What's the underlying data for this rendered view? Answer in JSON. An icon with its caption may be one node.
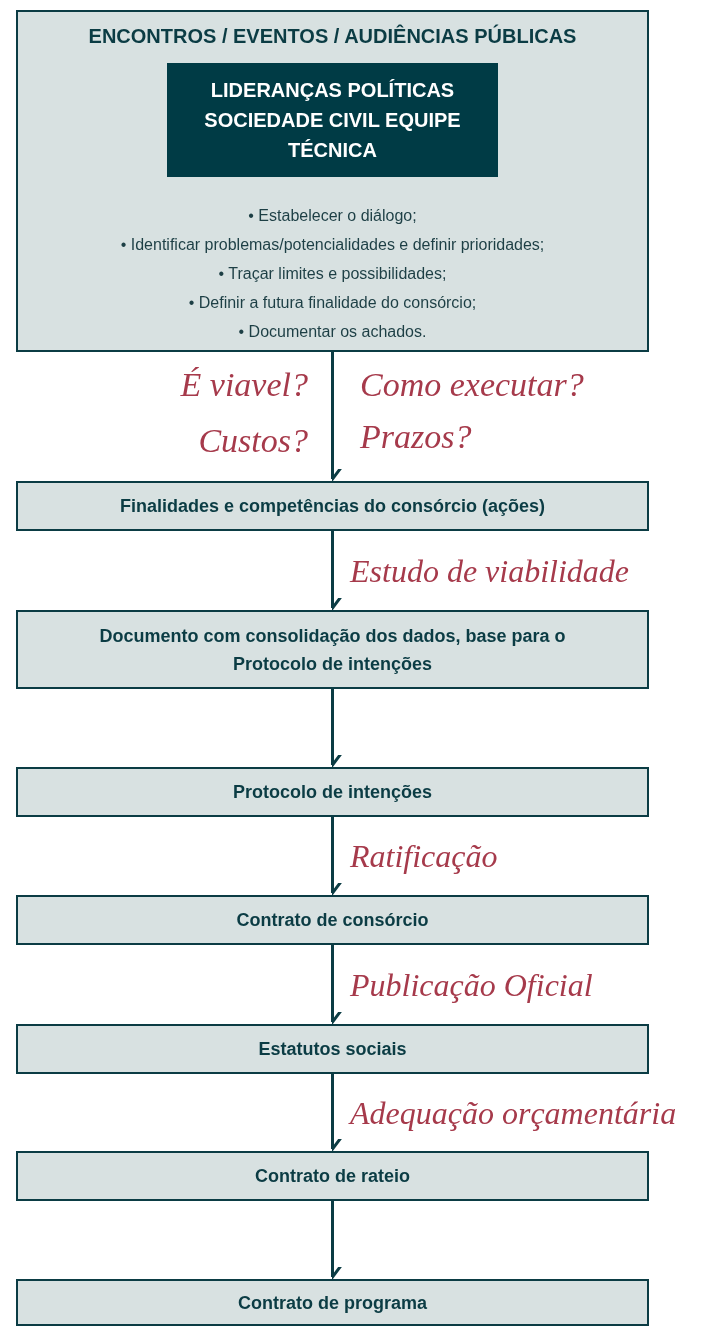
{
  "diagram": {
    "nodes": [
      {
        "text": [
          "ENCONTROS / EVENTOS / AUDIÊNCIAS PÚBLICAS",
          "• Estabelecer o diálogo;",
          "• Identificar problemas/potencialidades e definir prioridades;",
          "• Traçar limites e possibilidades;",
          "• Definir a futura finalidade do consórcio;",
          "• Documentar os achados."
        ]
      },
      {
        "text": [
          "LIDERANÇAS POLÍTICAS SOCIEDADE CIVIL EQUIPE TÉCNICA"
        ],
        "in": 0
      },
      {
        "text": [
          "Finalidades e competências do consórcio (ações)"
        ]
      },
      {
        "text": [
          "Documento com consolidação dos dados, base para o Protocolo de intenções"
        ]
      },
      {
        "text": [
          "Protocolo de intenções"
        ]
      },
      {
        "text": [
          "Contrato de consórcio"
        ]
      },
      {
        "text": [
          "Estatutos sociais"
        ]
      },
      {
        "text": [
          "Contrato de rateio"
        ]
      },
      {
        "text": [
          "Contrato de programa"
        ]
      }
    ],
    "edges": [
      {
        "from": 0,
        "to": 2,
        "arrow": "to"
      },
      {
        "from": 2,
        "to": 3,
        "arrow": "to",
        "label": "Estudo de viabilidade"
      },
      {
        "from": 3,
        "to": 4,
        "arrow": "to"
      },
      {
        "from": 4,
        "to": 5,
        "arrow": "to",
        "label": "Ratificação"
      },
      {
        "from": 5,
        "to": 6,
        "arrow": "to",
        "label": "Publicação Oficial"
      },
      {
        "from": 6,
        "to": 7,
        "arrow": "to",
        "label": "Adequação orçamentária"
      },
      {
        "from": 7,
        "to": 8,
        "arrow": "to"
      }
    ],
    "labels": [
      "É viavel?",
      "Custos?",
      "Como executar?",
      "Prazos?"
    ]
  }
}
